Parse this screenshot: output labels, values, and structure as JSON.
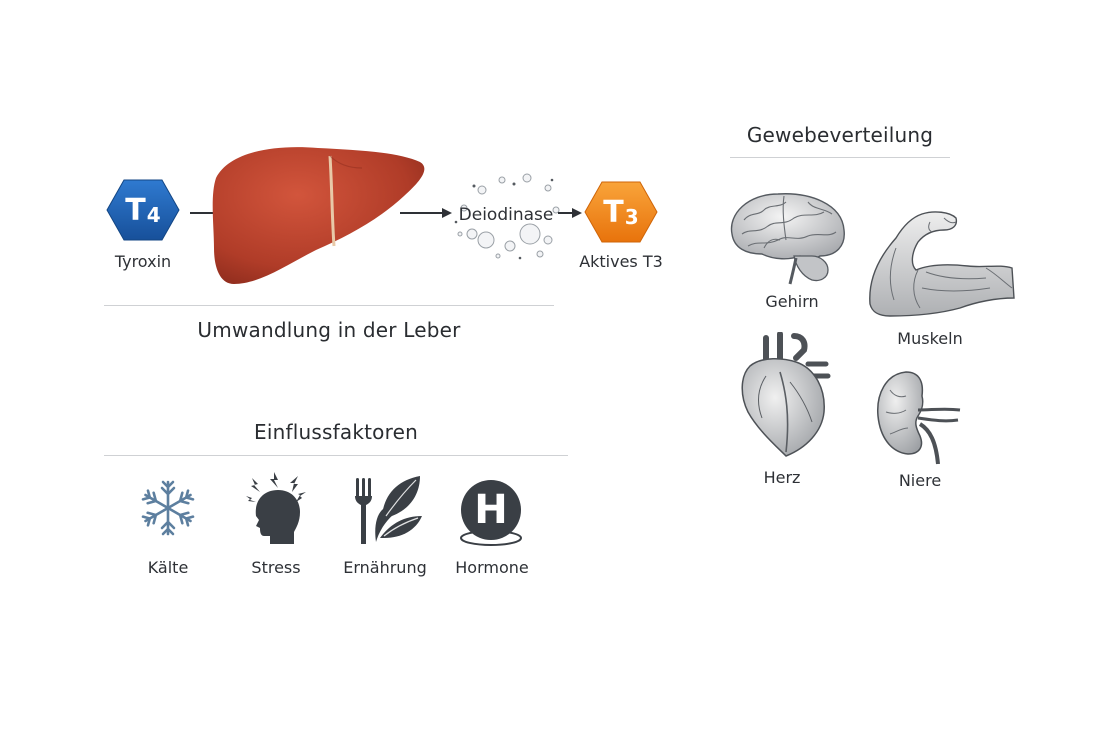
{
  "conversion": {
    "t4": {
      "letter": "T",
      "index": "4",
      "label": "Tyroxin",
      "color": "#1f5fa8"
    },
    "enzyme_label": "Deiodinase",
    "t3": {
      "letter": "T",
      "index": "3",
      "label": "Aktives T3",
      "color": "#f08a14"
    },
    "title": "Umwandlung in der Leber"
  },
  "factors": {
    "title": "Einflussfaktoren",
    "items": [
      {
        "label": "Kälte",
        "icon": "snowflake-icon"
      },
      {
        "label": "Stress",
        "icon": "stressed-head-icon"
      },
      {
        "label": "Ernährung",
        "icon": "fork-leaf-icon"
      },
      {
        "label": "Hormone",
        "icon": "hormone-h-icon"
      }
    ],
    "hormone_letter": "H"
  },
  "tissues": {
    "title": "Gewebeverteilung",
    "items": [
      {
        "label": "Gehirn",
        "icon": "brain-icon"
      },
      {
        "label": "Muskeln",
        "icon": "muscle-arm-icon"
      },
      {
        "label": "Herz",
        "icon": "heart-icon"
      },
      {
        "label": "Niere",
        "icon": "kidney-icon"
      }
    ]
  },
  "colors": {
    "liver": "#b8402c",
    "gallbladder": "#3f7a3a",
    "icon_dark": "#3a3f45",
    "snowflake": "#5d7f9f",
    "rule": "#cfd1d4"
  }
}
